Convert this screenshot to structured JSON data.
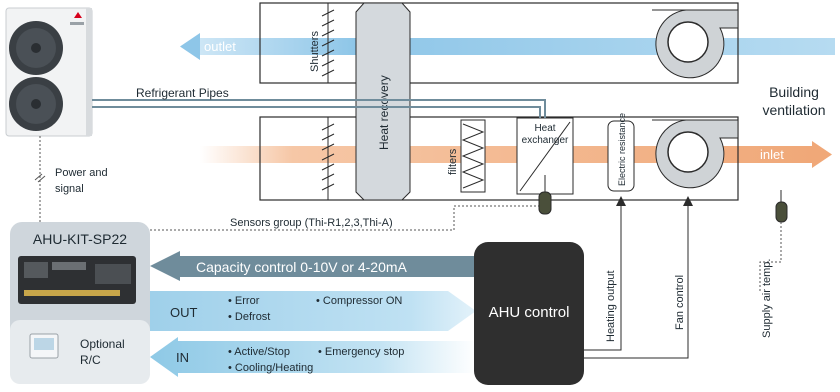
{
  "labels": {
    "outlet": "outlet",
    "inlet": "inlet",
    "shutters": "Shutters",
    "heat_recovery": "Heat recovery",
    "refrigerant_pipes": "Refrigerant Pipes",
    "building_ventilation_line1": "Building",
    "building_ventilation_line2": "ventilation",
    "filters": "filters",
    "heat_exchanger_line1": "Heat",
    "heat_exchanger_line2": "exchanger",
    "electric_resistance": "Electric resistance",
    "power_signal_line1": "Power and",
    "power_signal_line2": "signal",
    "sensors_group": "Sensors group (Thi-R1,2,3,Thi-A)",
    "kit_title": "AHU-KIT-SP22",
    "capacity_control": "Capacity control 0-10V or 4-20mA",
    "out": "OUT",
    "in": "IN",
    "out_item_error": "• Error",
    "out_item_defrost": "• Defrost",
    "out_item_compressor": "• Compressor ON",
    "in_item_active": "• Active/Stop",
    "in_item_cooling": "• Cooling/Heating",
    "in_item_emergency": "• Emergency stop",
    "optional_line1": "Optional",
    "optional_line2": "R/C",
    "ahu_control": "AHU control",
    "heating_output": "Heating output",
    "fan_control": "Fan control",
    "supply_air_temp": "Supply air temp."
  },
  "colors": {
    "outlet_arrow": "#8ec6e8",
    "inlet_arrow": "#f0a878",
    "duct_fill": "#ffffff",
    "heat_recovery_fill": "#d4d9dd",
    "kit_panel": "#cfd6dc",
    "capacity_arrow": "#6f8c9b",
    "out_arrow": "#8ec9e6",
    "in_arrow": "#8ec9e6",
    "ahu_control_fill": "#2f2f2f",
    "text_dark": "#1e2a32"
  }
}
